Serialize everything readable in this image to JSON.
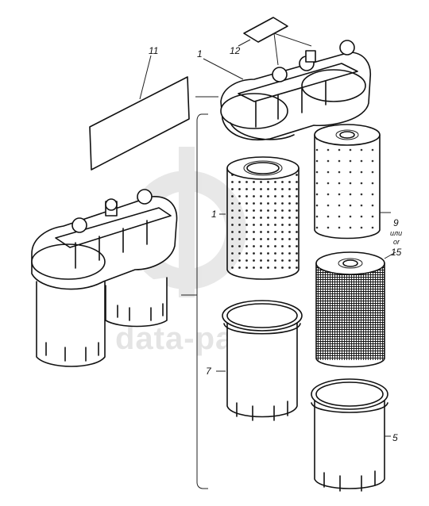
{
  "diagram": {
    "callouts": {
      "c1_top": "1",
      "c1_side": "1",
      "c5": "5",
      "c7": "7",
      "c9": "9",
      "c9_or1": "или",
      "c9_or2": "or",
      "c11": "11",
      "c12": "12",
      "c15": "15"
    },
    "watermark": "data-parts"
  }
}
